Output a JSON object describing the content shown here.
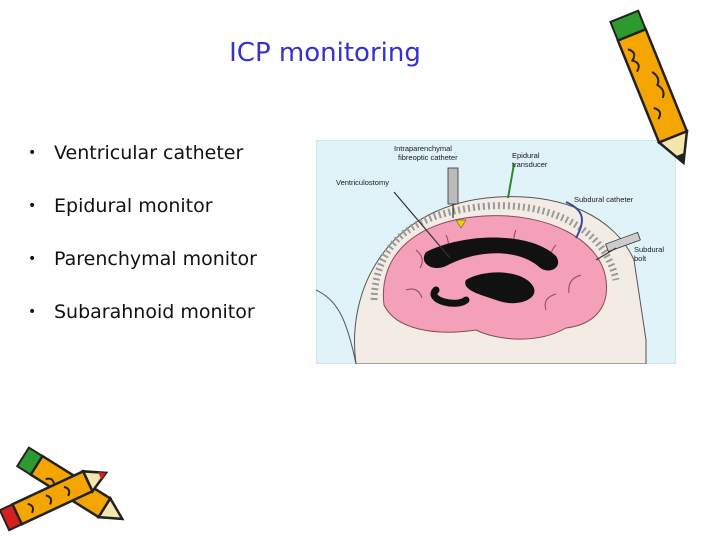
{
  "slide": {
    "title": "ICP monitoring",
    "bullets": [
      "Ventricular catheter",
      "Epidural monitor",
      "Parenchymal monitor",
      "Subarahnoid monitor"
    ]
  },
  "figure": {
    "labels": {
      "intraparenchymal_line1": "Intraparenchymal",
      "intraparenchymal_line2": "fibreoptic catheter",
      "epidural_line1": "Epidural",
      "epidural_line2": "transducer",
      "ventriculostomy": "Ventriculostomy",
      "subdural_catheter": "Subdural catheter",
      "subdural_bolt_line1": "Subdural",
      "subdural_bolt_line2": "bolt"
    }
  },
  "colors": {
    "title": "#3333cc",
    "figure_background": "#dff3f8",
    "brain": "#f4a0b8",
    "pencil_body": "#f5a500",
    "pencil_outline": "#222222",
    "eraser_green": "#2d9a2d",
    "tip_red": "#d42020"
  },
  "icons": {
    "top_right": "pencil-icon",
    "bottom_left": "pencils-icon"
  }
}
